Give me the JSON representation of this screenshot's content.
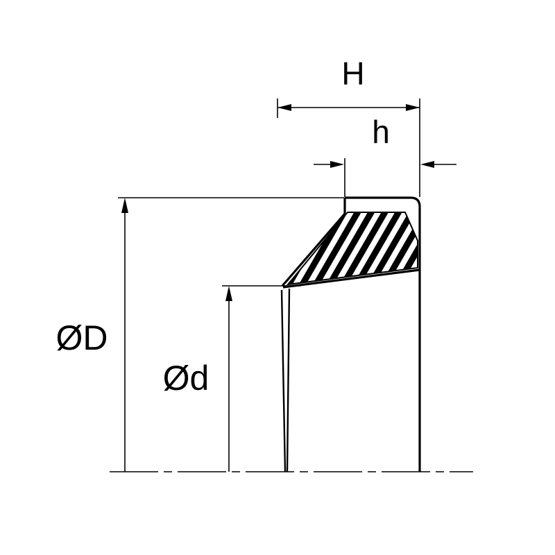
{
  "diagram": {
    "labels": {
      "total_height": "H",
      "lip_height": "h",
      "outer_diameter": "ØD",
      "inner_diameter": "Ød"
    },
    "colors": {
      "line": "#000000",
      "background": "#ffffff",
      "hatch_fill": "#000000"
    }
  }
}
